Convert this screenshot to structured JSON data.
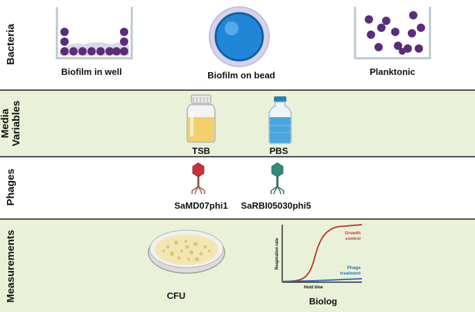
{
  "rows": {
    "bacteria": {
      "label": "Bacteria",
      "items": [
        "Biofilm in well",
        "Biofilm on bead",
        "Planktonic"
      ]
    },
    "media": {
      "label_line1": "Media",
      "label_line2": "Variables",
      "items": [
        "TSB",
        "PBS"
      ]
    },
    "phages": {
      "label": "Phages",
      "items": [
        "SaMD07phi1",
        "SaRBI05030phi5"
      ]
    },
    "measurements": {
      "label": "Measurements",
      "items": [
        "CFU",
        "Biolog"
      ]
    }
  },
  "biolog_graph": {
    "ylabel": "Respiration rate",
    "xlabel": "Hold time",
    "growth_line1": "Growth",
    "growth_line2": "control",
    "phage_line1": "Phage",
    "phage_line2": "treatment"
  },
  "colors": {
    "band_green": "#e9f2d8",
    "bacteria_purple": "#5b2d7a",
    "growth_red": "#c0392b",
    "phage_blue": "#2f6db3"
  }
}
